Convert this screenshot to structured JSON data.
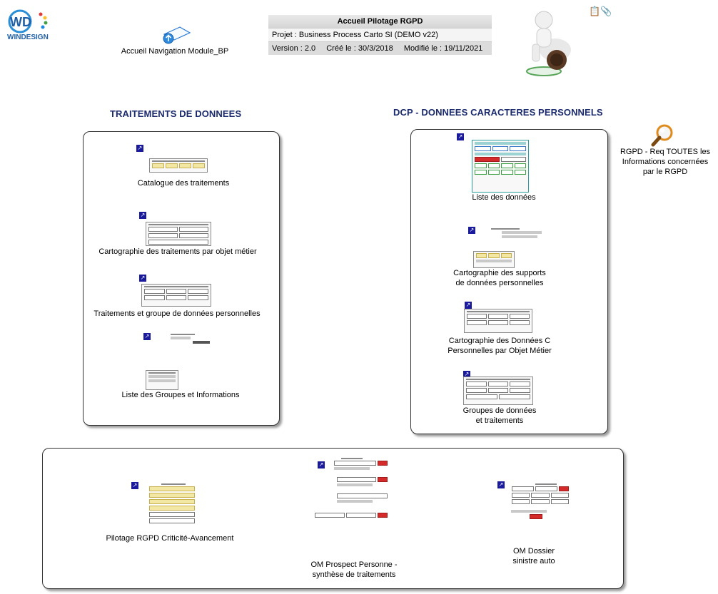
{
  "logo": {
    "text": "WIN",
    "text2": "DESIGN",
    "icon": "windesign-logo"
  },
  "nav_module": {
    "label": "Accueil Navigation Module_BP",
    "icon": "upload-arrow-icon"
  },
  "header": {
    "title": "Accueil Pilotage RGPD",
    "project": "Projet : Business Process Carto SI (DEMO v22)",
    "version": "Version : 2.0",
    "created": "Créé le : 30/3/2018",
    "modified": "Modifié le : 19/11/2021"
  },
  "toolbar": {
    "icons": [
      "clipboard-icon",
      "attachment-icon"
    ]
  },
  "sections": {
    "traitements_title": "TRAITEMENTS DE DONNEES",
    "dcp_title": "DCP - DONNEES CARACTERES PERSONNELS"
  },
  "traitements": {
    "items": [
      "Catalogue des traitements",
      "Cartographie des traitements par objet métier",
      "Traitements et groupe de données  personnelles",
      "",
      "Liste des Groupes et Informations"
    ]
  },
  "dcp": {
    "items": [
      "Liste des données",
      "Cartographie des supports\nde données personnelles",
      "Cartographie des Données C\nPersonnelles par Objet Métier",
      "Groupes de données\net traitements"
    ]
  },
  "bottom": {
    "items": [
      "Pilotage RGPD Criticité-Avancement",
      "OM Prospect Personne -\nsynthèse de traitements",
      "OM Dossier\nsinistre auto"
    ]
  },
  "rgpd_request": {
    "label": "RGPD - Req TOUTES les Informations concernées par le RGPD",
    "icon": "magnifier-icon"
  },
  "colors": {
    "section_title": "#1a2a6c",
    "link_icon": "#1a1a9c"
  }
}
